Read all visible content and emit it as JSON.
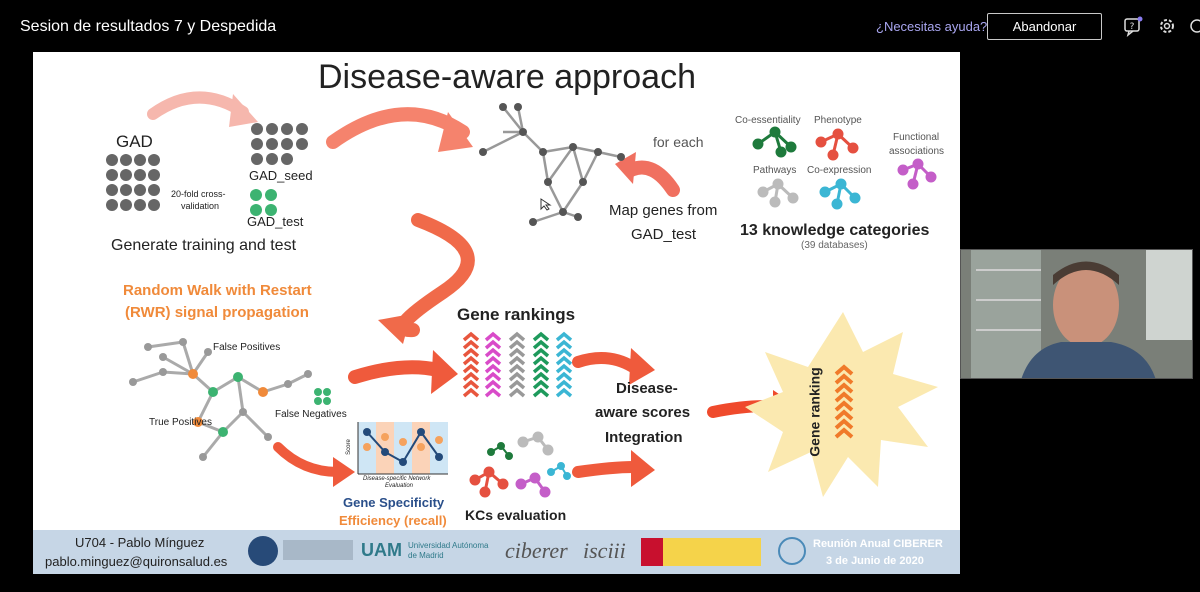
{
  "meeting": {
    "title": "Sesion de resultados 7 y Despedida",
    "help_label": "¿Necesitas ayuda?",
    "leave_label": "Abandonar"
  },
  "colors": {
    "accent_link": "#a9a6f0",
    "slide_orange": "#f08a3a",
    "arrow_red": "#ef5a3c"
  },
  "slide": {
    "title": "Disease-aware approach",
    "gad": "GAD",
    "cross_validation": [
      "20-fold cross-",
      "validation"
    ],
    "gad_seed": "GAD_seed",
    "gad_test": "GAD_test",
    "generate": "Generate training and test",
    "for_each": "for each",
    "map_genes": [
      "Map genes from",
      "GAD_test"
    ],
    "kc_labels": {
      "coessentiality": "Co-essentiality",
      "phenotype": "Phenotype",
      "functional": [
        "Functional",
        "associations"
      ],
      "pathways": "Pathways",
      "coexpression": "Co-expression"
    },
    "knowledge_title": "13 knowledge categories",
    "knowledge_sub": "(39 databases)",
    "rwr": [
      "Random Walk with Restart",
      "(RWR) signal propagation"
    ],
    "false_positives": "False Positives",
    "false_negatives": "False Negatives",
    "true_positives": "True Positives",
    "gene_rankings": "Gene rankings",
    "disease_aware": [
      "Disease-",
      "aware scores",
      "Integration"
    ],
    "gene_ranking_vertical": "Gene ranking",
    "score_axis": "Score",
    "network_eval": [
      "Disease-specific Network",
      "Evaluation"
    ],
    "gene_specificity": "Gene Specificity",
    "efficiency": "Efficiency (recall)",
    "kcs_eval": "KCs evaluation"
  },
  "footer": {
    "presenter": "U704 - Pablo Mínguez",
    "email": "pablo.minguez@quironsalud.es",
    "uam_name": "UAM",
    "uam_full": [
      "Universidad Autónoma",
      "de Madrid"
    ],
    "ciberer": "ciberer",
    "isciii": "isciii",
    "meeting_name": "Reunión Anual CIBERER",
    "meeting_date": "3 de Junio de 2020"
  }
}
